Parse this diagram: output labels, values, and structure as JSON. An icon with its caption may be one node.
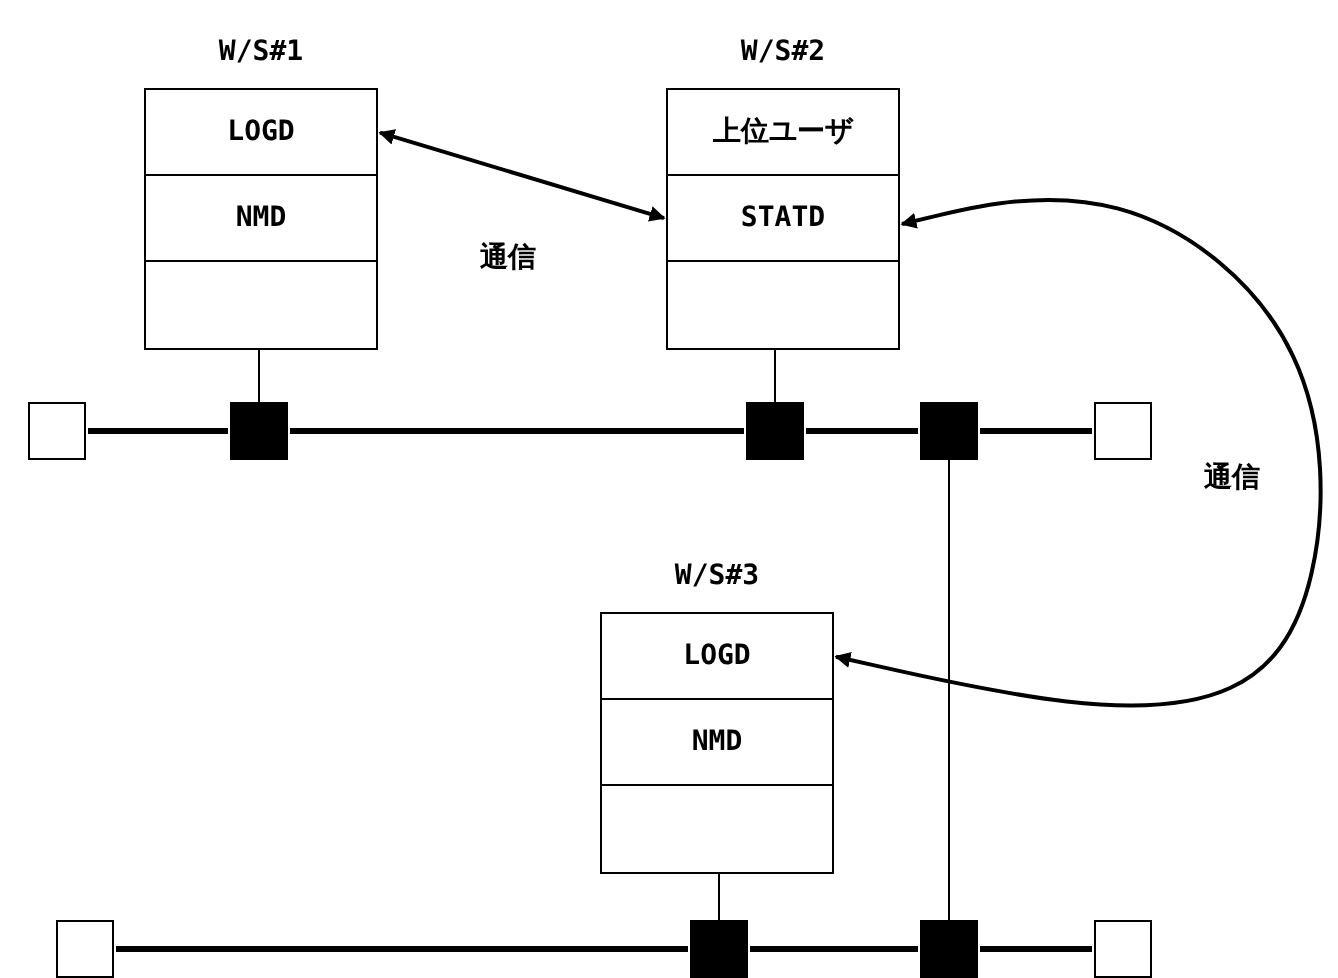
{
  "diagram": {
    "nodes": [
      {
        "text": [
          "W/S#1"
        ]
      },
      {
        "text": [
          "LOGD"
        ],
        "in": 0
      },
      {
        "text": [
          "NMD"
        ],
        "in": 0
      },
      {
        "text": [],
        "shape": "box",
        "in": 0
      },
      {
        "text": [
          "W/S#2"
        ]
      },
      {
        "text": [
          "上位ユーザ"
        ],
        "in": 4
      },
      {
        "text": [
          "STATD"
        ],
        "in": 4
      },
      {
        "text": [],
        "shape": "box",
        "in": 4
      },
      {
        "text": [
          "W/S#3"
        ]
      },
      {
        "text": [
          "LOGD"
        ],
        "in": 8
      },
      {
        "text": [
          "NMD"
        ],
        "in": 8
      },
      {
        "text": [],
        "shape": "box",
        "in": 8
      },
      {
        "text": [],
        "shape": "box"
      },
      {
        "text": [],
        "shape": "box"
      },
      {
        "text": [],
        "shape": "box"
      },
      {
        "text": [],
        "shape": "box"
      },
      {
        "text": [],
        "shape": "box"
      },
      {
        "text": [],
        "shape": "box"
      },
      {
        "text": [],
        "shape": "box"
      },
      {
        "text": [],
        "shape": "box"
      },
      {
        "text": [],
        "shape": "box"
      }
    ],
    "edges": [
      {
        "from": 1,
        "to": 6,
        "arrow": "both",
        "label": "通信"
      },
      {
        "from": 6,
        "to": 9,
        "arrow": "both",
        "label": "通信"
      },
      {
        "from": 0,
        "to": 13,
        "arrow": "none"
      },
      {
        "from": 4,
        "to": 14,
        "arrow": "none"
      },
      {
        "from": 8,
        "to": 18,
        "arrow": "none"
      },
      {
        "from": 15,
        "to": 19,
        "arrow": "none"
      },
      {
        "from": 12,
        "to": 13,
        "arrow": "none"
      },
      {
        "from": 13,
        "to": 14,
        "arrow": "none"
      },
      {
        "from": 14,
        "to": 15,
        "arrow": "none"
      },
      {
        "from": 15,
        "to": 16,
        "arrow": "none"
      },
      {
        "from": 17,
        "to": 18,
        "arrow": "none"
      },
      {
        "from": 18,
        "to": 19,
        "arrow": "none"
      },
      {
        "from": 19,
        "to": 20,
        "arrow": "none"
      }
    ]
  }
}
